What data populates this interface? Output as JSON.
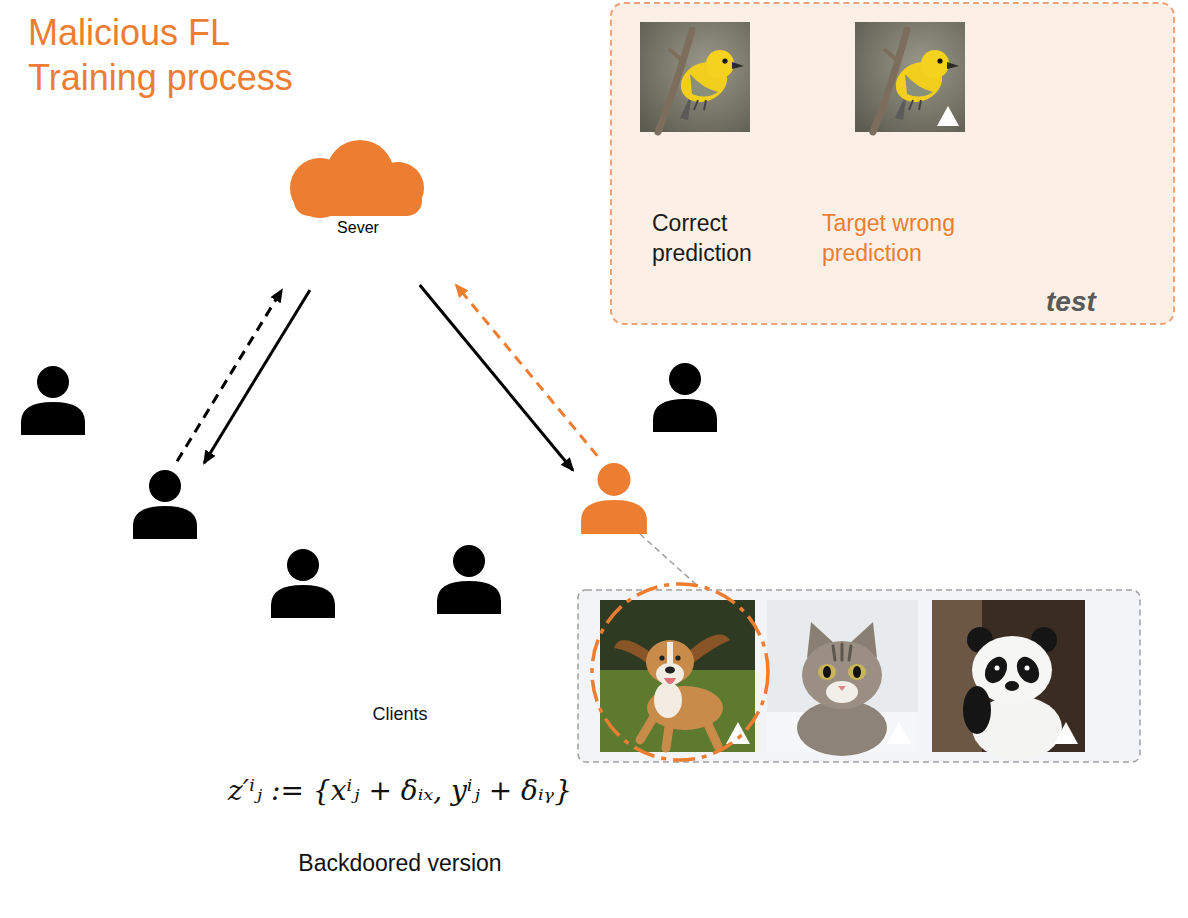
{
  "diagram": {
    "title": "Malicious FL Training process",
    "nodes": [
      {
        "text": [
          "Sever"
        ]
      },
      {
        "text": [
          "Correct prediction",
          "Target wrong prediction",
          "test"
        ]
      },
      {
        "text": []
      },
      {
        "text": []
      }
    ],
    "edges": [
      {
        "from": 2,
        "to": 0,
        "arrow": "to"
      },
      {
        "from": 0,
        "to": 2,
        "arrow": "to"
      },
      {
        "from": 0,
        "to": 3,
        "arrow": "to"
      },
      {
        "from": 3,
        "to": 0,
        "arrow": "to"
      }
    ],
    "labels": [
      "Clients",
      "z′ⁱⱼ := {xⁱⱼ + δᵢₓ, yⁱⱼ + δᵢᵧ}",
      "Backdoored version"
    ]
  }
}
